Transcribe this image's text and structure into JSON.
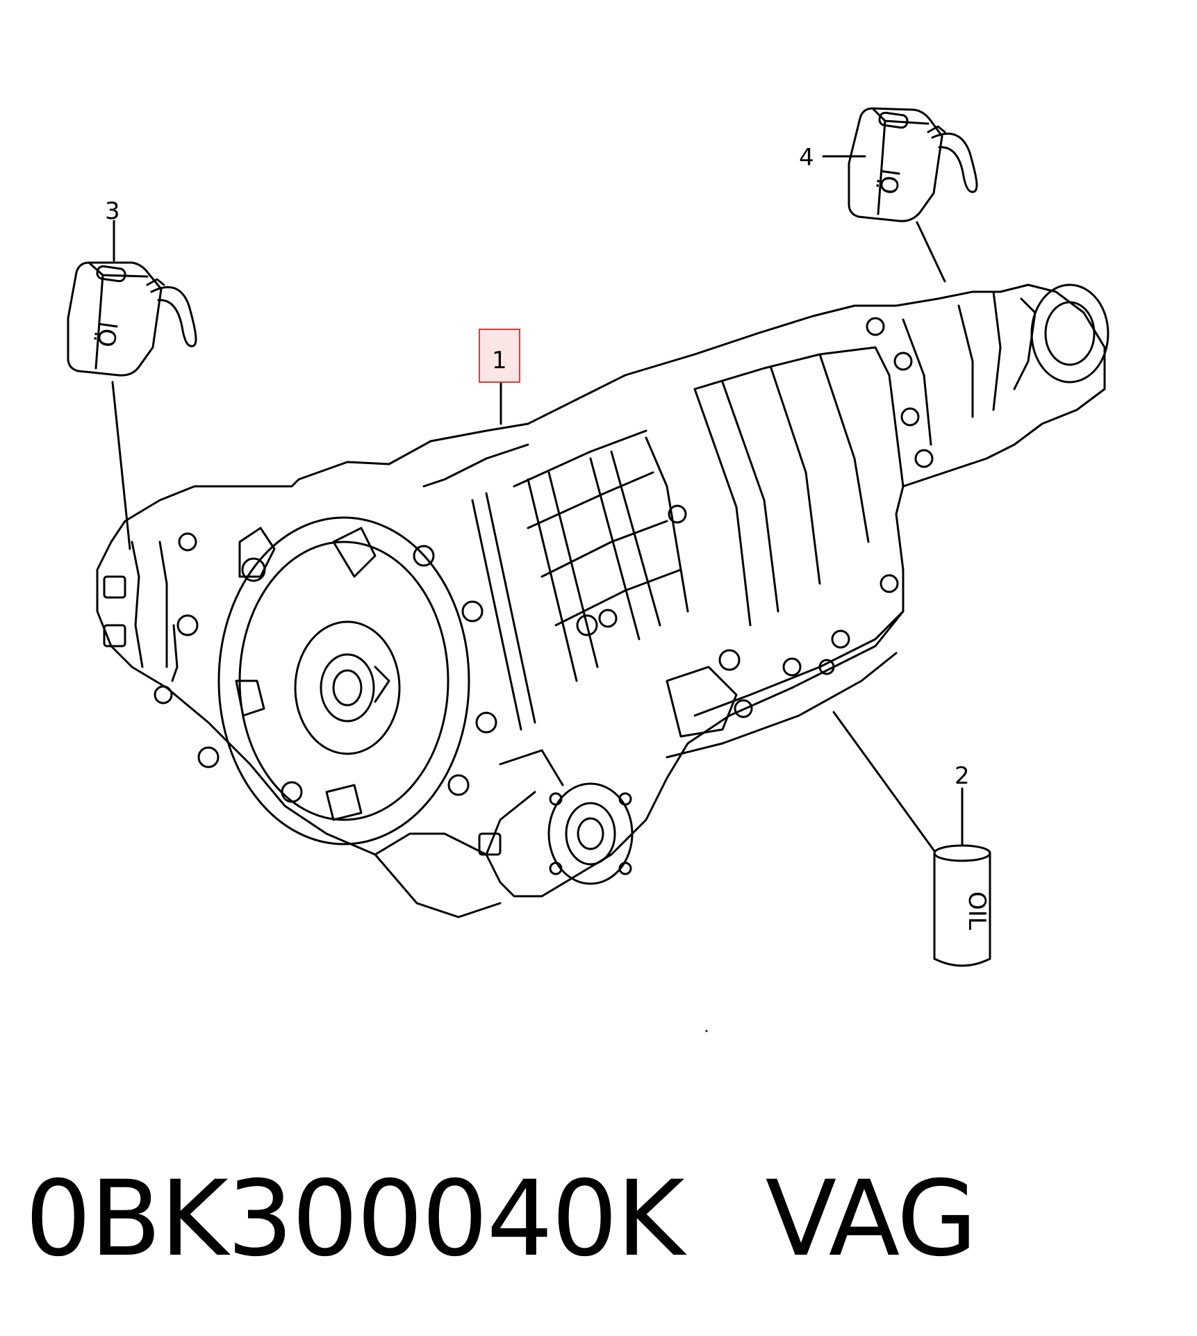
{
  "diagram": {
    "callouts": [
      {
        "id": "1",
        "label": "1",
        "highlighted": true
      },
      {
        "id": "2",
        "label": "2",
        "highlighted": false
      },
      {
        "id": "3",
        "label": "3",
        "highlighted": false
      },
      {
        "id": "4",
        "label": "4",
        "highlighted": false
      }
    ],
    "oil_can_text": "Öl",
    "oil_cylinder_text": "OIL",
    "highlight_color": "#e23a3a",
    "highlight_fill": "#fbe6e6"
  },
  "footer": {
    "part_number": "0BK300040K",
    "brand": "VAG"
  }
}
